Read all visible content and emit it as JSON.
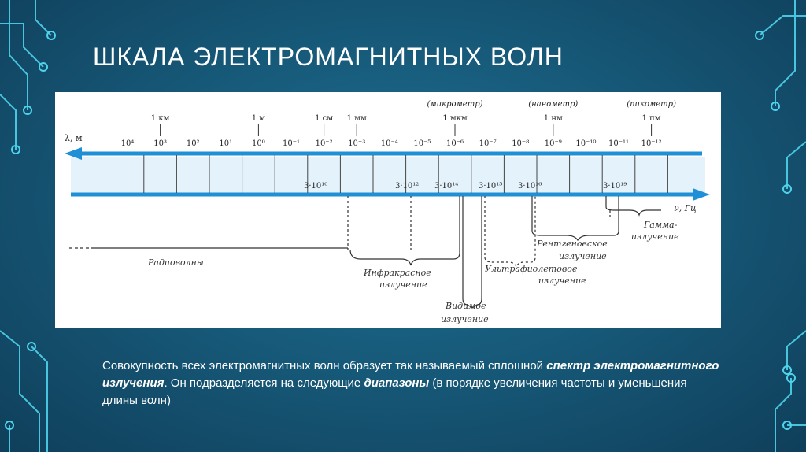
{
  "slide": {
    "title": "ШКАЛА ЭЛЕКТРОМАГНИТНЫХ ВОЛН"
  },
  "diagram": {
    "wavelength_axis_label": "λ, м",
    "frequency_axis_label": "ν, Гц",
    "unit_labels": [
      {
        "text": "1 км",
        "col": 1
      },
      {
        "text": "1 м",
        "col": 4
      },
      {
        "text": "1 см",
        "col": 6
      },
      {
        "text": "1 мм",
        "col": 7
      },
      {
        "text": "1 мкм",
        "col": 10
      },
      {
        "text": "1 нм",
        "col": 13
      },
      {
        "text": "1 пм",
        "col": 16
      }
    ],
    "unit_names": [
      {
        "text": "(микрометр)",
        "col": 10
      },
      {
        "text": "(нанометр)",
        "col": 13
      },
      {
        "text": "(пикометр)",
        "col": 16
      }
    ],
    "wavelengths": [
      "10⁴",
      "10³",
      "10²",
      "10¹",
      "10⁰",
      "10⁻¹",
      "10⁻²",
      "10⁻³",
      "10⁻⁴",
      "10⁻⁵",
      "10⁻⁶",
      "10⁻⁷",
      "10⁻⁸",
      "10⁻⁹",
      "10⁻¹⁰",
      "10⁻¹¹",
      "10⁻¹²"
    ],
    "frequency_marks": [
      "3·10¹⁰",
      "3·10¹²",
      "3·10¹⁴",
      "3·10¹⁵",
      "3·10¹⁶",
      "3·10¹⁹"
    ],
    "ranges": {
      "radio": "Радиоволны",
      "infrared_1": "Инфракрасное",
      "infrared_2": "излучение",
      "visible_1": "Видимое",
      "visible_2": "излучение",
      "uv_1": "Ультрафиолетовое",
      "uv_2": "излучение",
      "xray_1": "Рентгеновское",
      "xray_2": "излучение",
      "gamma_1": "Гамма-",
      "gamma_2": "излучение"
    }
  },
  "caption": {
    "part1": "Совокупность всех электромагнитных волн образует так называемый сплошной ",
    "em1": "спектр электромагнитного излучения",
    "part2": ". Он подразделяется на следующие ",
    "em2": "диапазоны",
    "part3": " (в порядке увеличения частоты и уменьшения длины волн)"
  }
}
